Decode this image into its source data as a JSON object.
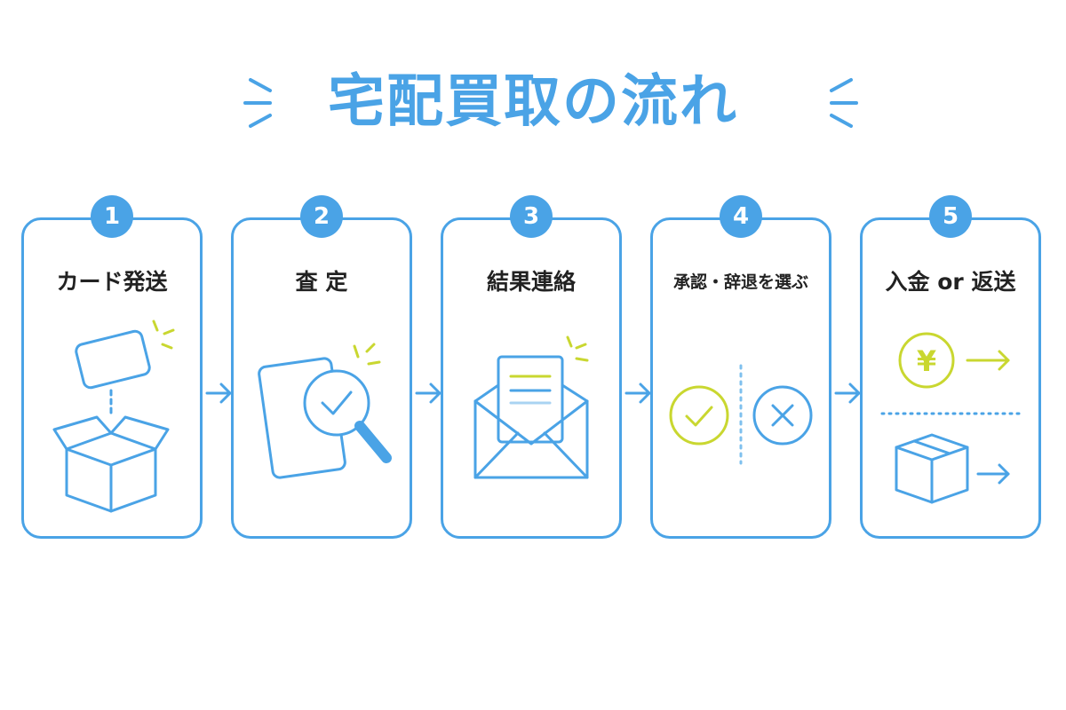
{
  "title": "宅配買取の流れ",
  "colors": {
    "primary": "#4aa3e6",
    "accent": "#c9d730",
    "text": "#222222"
  },
  "steps": [
    {
      "number": "1",
      "label": "カード発送",
      "icon": "package-card-icon"
    },
    {
      "number": "2",
      "label": "査 定",
      "icon": "magnifier-document-icon"
    },
    {
      "number": "3",
      "label": "結果連絡",
      "icon": "envelope-letter-icon"
    },
    {
      "number": "4",
      "label": "承認・辞退を選ぶ",
      "icon": "approve-decline-icon"
    },
    {
      "number": "5",
      "label": "入金 or 返送",
      "icon": "yen-and-box-icon"
    }
  ],
  "step5": {
    "yen_symbol": "¥"
  }
}
